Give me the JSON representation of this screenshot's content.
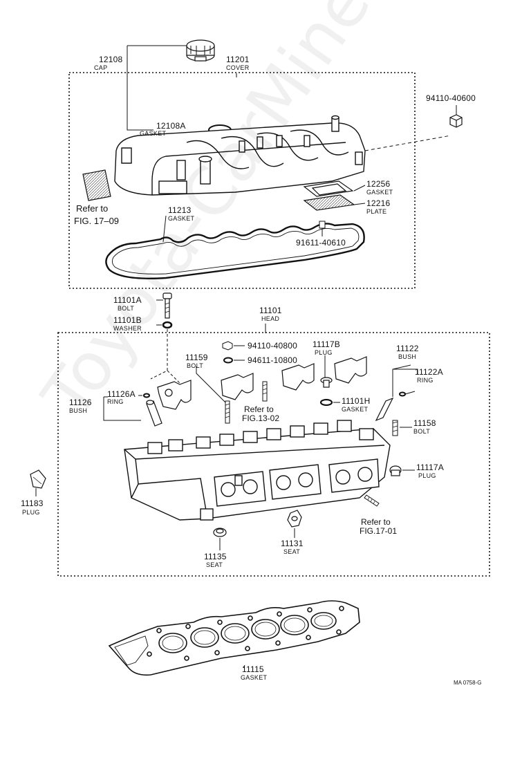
{
  "watermark": "Toyota-CarMine.ru",
  "drawing_code": "MA 0758-G",
  "parts": {
    "p12108": {
      "number": "12108",
      "name": "CAP"
    },
    "p11201": {
      "number": "11201",
      "name": "COVER"
    },
    "p12108A": {
      "number": "12108A",
      "name": "GASKET"
    },
    "p94110_40600": {
      "number": "94110-40600"
    },
    "p12256": {
      "number": "12256",
      "name": "GASKET"
    },
    "p12216": {
      "number": "12216",
      "name": "PLATE"
    },
    "p11213": {
      "number": "11213",
      "name": "GASKET"
    },
    "p91611_40610": {
      "number": "91611-40610"
    },
    "p11101A": {
      "number": "11101A",
      "name": "BOLT"
    },
    "p11101B": {
      "number": "11101B",
      "name": "WASHER"
    },
    "p11101": {
      "number": "11101",
      "name": "HEAD"
    },
    "p94110_40800": {
      "number": "94110-40800"
    },
    "p94611_10800": {
      "number": "94611-10800"
    },
    "p11117B": {
      "number": "11117B",
      "name": "PLUG"
    },
    "p11122": {
      "number": "11122",
      "name": "BUSH"
    },
    "p11122A": {
      "number": "11122A",
      "name": "RING"
    },
    "p11159": {
      "number": "11159",
      "name": "BOLT"
    },
    "p11126A": {
      "number": "11126A",
      "name": "RING"
    },
    "p11126": {
      "number": "11126",
      "name": "BUSH"
    },
    "p11101H": {
      "number": "11101H",
      "name": "GASKET"
    },
    "p11158": {
      "number": "11158",
      "name": "BOLT"
    },
    "p11117A": {
      "number": "11117A",
      "name": "PLUG"
    },
    "p11183": {
      "number": "11183",
      "name": "PLUG"
    },
    "p11135": {
      "number": "11135",
      "name": "SEAT"
    },
    "p11131": {
      "number": "11131",
      "name": "SEAT"
    },
    "p11115": {
      "number": "11115",
      "name": "GASKET"
    }
  },
  "references": {
    "fig17_09_line1": "Refer to",
    "fig17_09_line2": "FIG. 17–09",
    "fig13_02_line1": "Refer to",
    "fig13_02_line2": "FIG.13-02",
    "fig17_01_line1": "Refer to",
    "fig17_01_line2": "FIG.17-01"
  }
}
